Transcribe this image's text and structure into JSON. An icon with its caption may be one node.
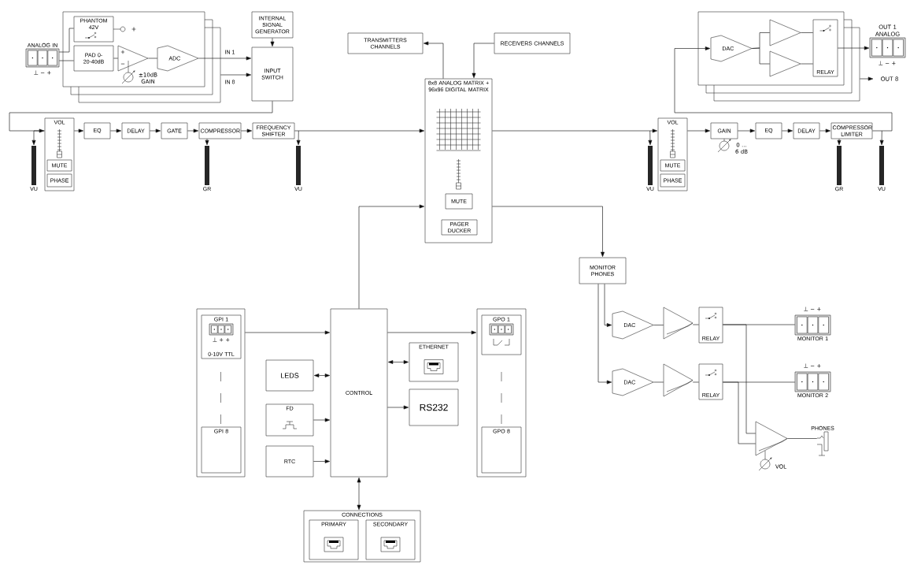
{
  "diagram": {
    "nodes": [
      {
        "text": [
          "ANALOG IN"
        ],
        "beside": [
          "⊥ − +"
        ]
      },
      {
        "text": [],
        "shape": "box"
      },
      {
        "text": [
          "PHANTOM 42V"
        ],
        "in": 1
      },
      {
        "text": [
          "PAD 0-20-40dB"
        ],
        "in": 1
      },
      {
        "text": [],
        "shape": "triangle",
        "in": 1,
        "beside": [
          "±10dB GAIN"
        ]
      },
      {
        "text": [
          "ADC"
        ],
        "in": 1
      },
      {
        "text": [
          "INTERNAL SIGNAL GENERATOR"
        ]
      },
      {
        "text": [
          "INPUT SWITCH"
        ]
      },
      {
        "text": [
          "VOL"
        ]
      },
      {
        "text": [
          "MUTE"
        ],
        "in": 8
      },
      {
        "text": [
          "PHASE"
        ],
        "in": 8
      },
      {
        "text": [
          "EQ"
        ]
      },
      {
        "text": [
          "DELAY"
        ]
      },
      {
        "text": [
          "GATE"
        ]
      },
      {
        "text": [
          "COMPRESSOR"
        ]
      },
      {
        "text": [
          "FREQUENCY SHIFTER"
        ]
      },
      {
        "text": [
          "VU"
        ]
      },
      {
        "text": [
          "GR"
        ]
      },
      {
        "text": [
          "VU"
        ]
      },
      {
        "text": [
          "8x8 ANALOG MATRIX + 96x96 DIGITAL MATRIX"
        ]
      },
      {
        "text": [
          "MUTE"
        ],
        "in": 19
      },
      {
        "text": [
          "PAGER DUCKER"
        ],
        "in": 19
      },
      {
        "text": [
          "TRANSMITTERS CHANNELS"
        ]
      },
      {
        "text": [
          "RECEIVERS CHANNELS"
        ]
      },
      {
        "text": [
          "VOL"
        ]
      },
      {
        "text": [
          "MUTE"
        ],
        "in": 24
      },
      {
        "text": [
          "PHASE"
        ],
        "in": 24
      },
      {
        "text": [
          "GAIN"
        ],
        "beside": [
          "0 ... 6 dB"
        ]
      },
      {
        "text": [
          "EQ"
        ]
      },
      {
        "text": [
          "DELAY"
        ]
      },
      {
        "text": [
          "COMPRESSOR LIMITER"
        ]
      },
      {
        "text": [
          "VU"
        ]
      },
      {
        "text": [
          "GR"
        ]
      },
      {
        "text": [
          "VU"
        ]
      },
      {
        "text": [],
        "shape": "box"
      },
      {
        "text": [
          "DAC"
        ],
        "in": 34
      },
      {
        "text": [],
        "shape": "triangle",
        "in": 34
      },
      {
        "text": [],
        "shape": "triangle",
        "in": 34
      },
      {
        "text": [
          "RELAY"
        ],
        "in": 34
      },
      {
        "text": [
          "OUT 1",
          "ANALOG"
        ],
        "beside": [
          "⊥ − +"
        ]
      },
      {
        "text": [
          "OUT 8"
        ]
      },
      {
        "text": [
          "MONITOR PHONES"
        ]
      },
      {
        "text": [
          "DAC"
        ]
      },
      {
        "text": [],
        "shape": "triangle"
      },
      {
        "text": [
          "RELAY"
        ]
      },
      {
        "text": [
          "MONITOR 1"
        ],
        "beside": [
          "⊥ − +"
        ]
      },
      {
        "text": [
          "DAC"
        ]
      },
      {
        "text": [],
        "shape": "triangle"
      },
      {
        "text": [
          "RELAY"
        ]
      },
      {
        "text": [
          "MONITOR 2"
        ],
        "beside": [
          "⊥ − +"
        ]
      },
      {
        "text": [],
        "shape": "triangle",
        "beside": [
          "VOL"
        ]
      },
      {
        "text": [
          "PHONES"
        ]
      },
      {
        "text": [],
        "shape": "box"
      },
      {
        "text": [
          "GPI 1",
          "0-10V TTL"
        ],
        "in": 52
      },
      {
        "text": [
          "GPI 8"
        ],
        "in": 52
      },
      {
        "text": [
          "CONTROL"
        ]
      },
      {
        "text": [
          "LEDS"
        ]
      },
      {
        "text": [
          "FD"
        ]
      },
      {
        "text": [
          "RTC"
        ]
      },
      {
        "text": [
          "ETHERNET"
        ]
      },
      {
        "text": [
          "RS232"
        ]
      },
      {
        "text": [],
        "shape": "box"
      },
      {
        "text": [
          "GPO 1"
        ],
        "in": 61
      },
      {
        "text": [
          "GPO 8"
        ],
        "in": 61
      },
      {
        "text": [
          "CONNECTIONS"
        ]
      },
      {
        "text": [
          "PRIMARY"
        ],
        "in": 64
      },
      {
        "text": [
          "SECONDARY"
        ],
        "in": 64
      }
    ],
    "edges": [
      {
        "from": 0,
        "to": 2,
        "arrow": "none"
      },
      {
        "from": 0,
        "to": 3,
        "arrow": "none"
      },
      {
        "from": 3,
        "to": 4,
        "arrow": "none"
      },
      {
        "from": 4,
        "to": 5,
        "arrow": "none"
      },
      {
        "from": 5,
        "to": 7,
        "arrow": "to",
        "label": "IN 1"
      },
      {
        "from": 1,
        "to": 7,
        "arrow": "to",
        "label": "IN 8"
      },
      {
        "from": 6,
        "to": 7,
        "arrow": "to"
      },
      {
        "from": 7,
        "to": 8,
        "arrow": "to"
      },
      {
        "from": 8,
        "to": 11,
        "arrow": "to"
      },
      {
        "from": 11,
        "to": 12,
        "arrow": "to"
      },
      {
        "from": 12,
        "to": 13,
        "arrow": "to"
      },
      {
        "from": 13,
        "to": 14,
        "arrow": "to"
      },
      {
        "from": 14,
        "to": 15,
        "arrow": "to"
      },
      {
        "from": 15,
        "to": 19,
        "arrow": "to"
      },
      {
        "from": 8,
        "to": 16,
        "arrow": "to"
      },
      {
        "from": 14,
        "to": 17,
        "arrow": "to"
      },
      {
        "from": 15,
        "to": 18,
        "arrow": "to"
      },
      {
        "from": 19,
        "to": 22,
        "arrow": "to"
      },
      {
        "from": 23,
        "to": 19,
        "arrow": "to"
      },
      {
        "from": 19,
        "to": 24,
        "arrow": "to"
      },
      {
        "from": 24,
        "to": 31,
        "arrow": "to"
      },
      {
        "from": 24,
        "to": 27,
        "arrow": "to"
      },
      {
        "from": 27,
        "to": 28,
        "arrow": "to"
      },
      {
        "from": 28,
        "to": 29,
        "arrow": "to"
      },
      {
        "from": 29,
        "to": 30,
        "arrow": "to"
      },
      {
        "from": 30,
        "to": 32,
        "arrow": "to"
      },
      {
        "from": 30,
        "to": 33,
        "arrow": "to"
      },
      {
        "from": 30,
        "to": 35,
        "arrow": "to"
      },
      {
        "from": 35,
        "to": 36,
        "arrow": "none"
      },
      {
        "from": 35,
        "to": 37,
        "arrow": "none"
      },
      {
        "from": 36,
        "to": 38,
        "arrow": "none"
      },
      {
        "from": 37,
        "to": 38,
        "arrow": "none"
      },
      {
        "from": 38,
        "to": 39,
        "arrow": "to"
      },
      {
        "from": 34,
        "to": 40,
        "arrow": "to"
      },
      {
        "from": 19,
        "to": 41,
        "arrow": "to"
      },
      {
        "from": 55,
        "to": 19,
        "arrow": "to"
      },
      {
        "from": 41,
        "to": 42,
        "arrow": "to"
      },
      {
        "from": 41,
        "to": 46,
        "arrow": "to"
      },
      {
        "from": 42,
        "to": 43,
        "arrow": "none"
      },
      {
        "from": 43,
        "to": 44,
        "arrow": "none"
      },
      {
        "from": 44,
        "to": 45,
        "arrow": "none"
      },
      {
        "from": 46,
        "to": 47,
        "arrow": "none"
      },
      {
        "from": 47,
        "to": 48,
        "arrow": "none"
      },
      {
        "from": 48,
        "to": 49,
        "arrow": "none"
      },
      {
        "from": 44,
        "to": 50,
        "arrow": "none"
      },
      {
        "from": 48,
        "to": 50,
        "arrow": "none"
      },
      {
        "from": 50,
        "to": 51,
        "arrow": "none"
      },
      {
        "from": 52,
        "to": 55,
        "arrow": "to"
      },
      {
        "from": 55,
        "to": 61,
        "arrow": "to"
      },
      {
        "from": 56,
        "to": 55,
        "arrow": "both"
      },
      {
        "from": 57,
        "to": 55,
        "arrow": "to"
      },
      {
        "from": 58,
        "to": 55,
        "arrow": "to"
      },
      {
        "from": 55,
        "to": 59,
        "arrow": "both"
      },
      {
        "from": 55,
        "to": 60,
        "arrow": "to"
      },
      {
        "from": 55,
        "to": 64,
        "arrow": "both"
      }
    ],
    "labels": [
      "+",
      "+",
      "−",
      "⊥ + +"
    ]
  }
}
